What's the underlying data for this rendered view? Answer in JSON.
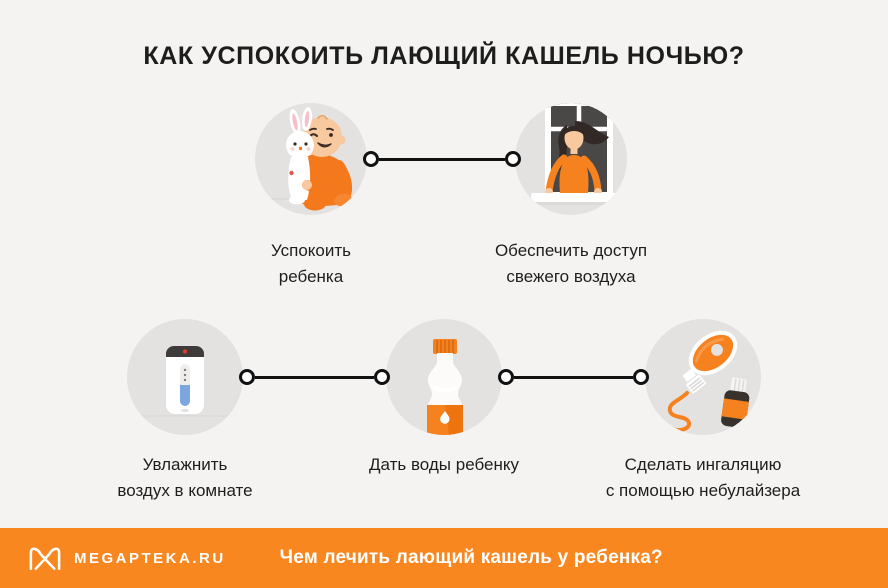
{
  "title": "КАК УСПОКОИТЬ ЛАЮЩИЙ КАШЕЛЬ НОЧЬЮ?",
  "steps": [
    {
      "name": "calm-child",
      "icon": "baby-with-bunny-icon",
      "lines": [
        "Успокоить",
        "ребенка"
      ]
    },
    {
      "name": "fresh-air",
      "icon": "woman-at-open-window-icon",
      "lines": [
        "Обеспечить доступ",
        "свежего воздуха"
      ]
    },
    {
      "name": "humidify-air",
      "icon": "humidifier-icon",
      "lines": [
        "Увлажнить",
        "воздух в комнате"
      ]
    },
    {
      "name": "give-water",
      "icon": "water-bottle-icon",
      "lines": [
        "Дать воды ребенку"
      ]
    },
    {
      "name": "nebulizer-inhalation",
      "icon": "nebulizer-mask-icon",
      "lines": [
        "Сделать ингаляцию",
        "с помощью небулайзера"
      ]
    }
  ],
  "footer": {
    "brand": "MEGAPTEKA.RU",
    "tagline": "Чем лечить лающий кашель у ребенка?",
    "logo_icon": "megapteka-m-logo"
  },
  "colors": {
    "background": "#F4F3F1",
    "circle_fill": "#E3E2E0",
    "accent_orange": "#F5821E",
    "footer_orange": "#F8871F",
    "text_dark": "#1E1E1C",
    "connector_black": "#111111"
  }
}
